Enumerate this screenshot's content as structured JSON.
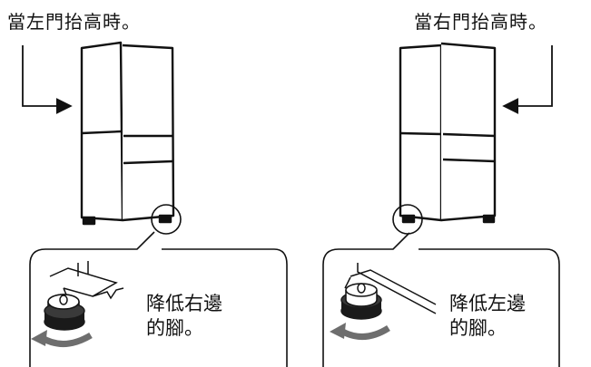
{
  "left_panel": {
    "title": "當左門抬高時。",
    "instruction_line1": "降低右邊",
    "instruction_line2": "的腳。"
  },
  "right_panel": {
    "title": "當右門抬高時。",
    "instruction_line1": "降低左邊",
    "instruction_line2": "的腳。"
  },
  "colors": {
    "line": "#111111",
    "rotation_arrow": "#6e6e6e",
    "foot_dark": "#1a1a1a"
  },
  "icons": [
    "arrow-right-icon",
    "arrow-left-icon",
    "rotate-arrow-icon"
  ]
}
